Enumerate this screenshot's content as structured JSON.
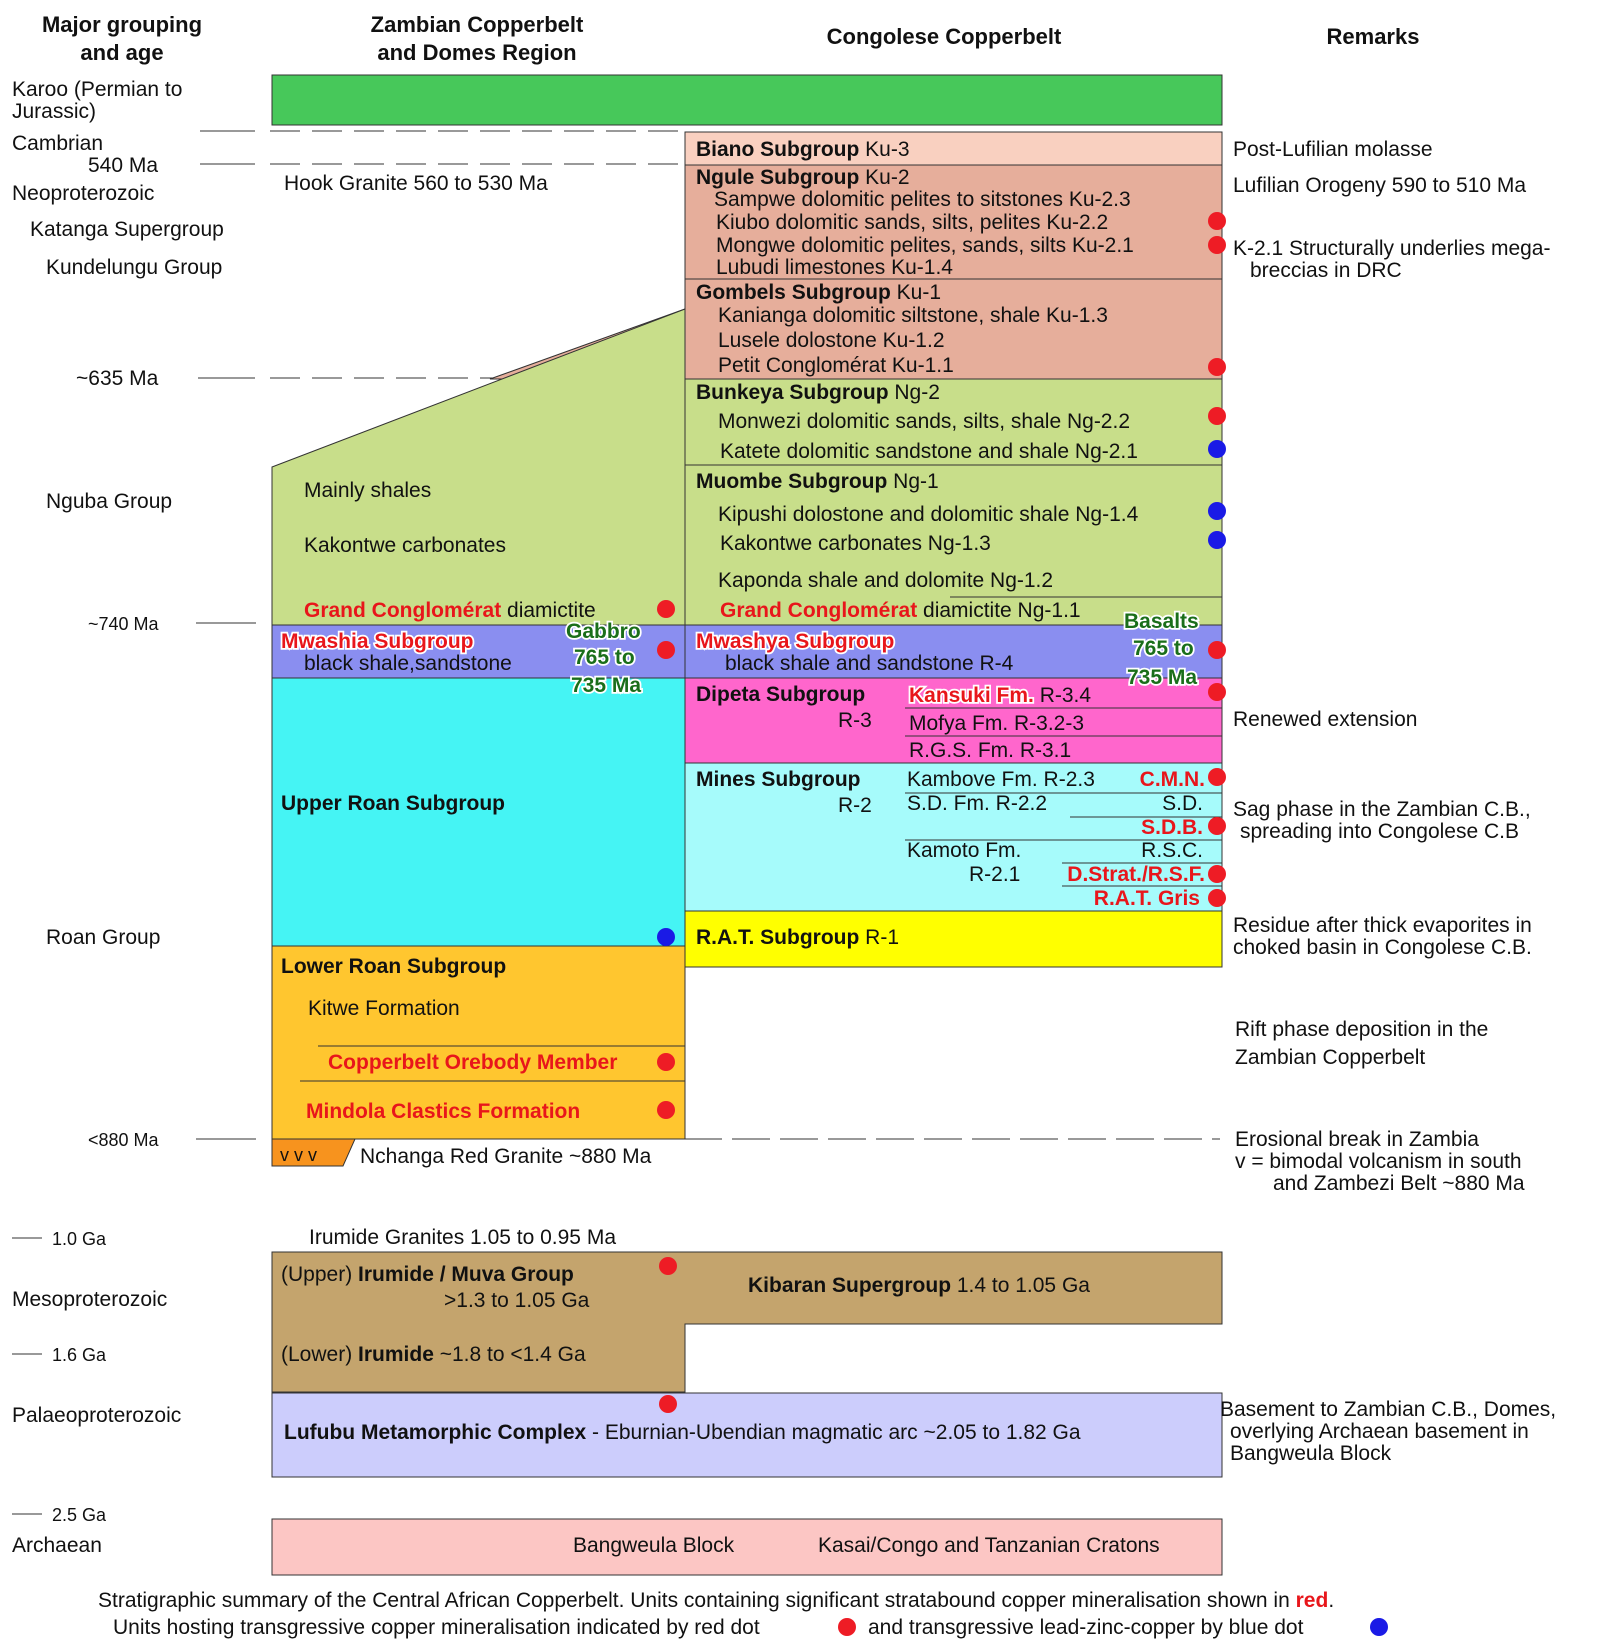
{
  "headers": {
    "grouping": [
      "Major grouping",
      "and age"
    ],
    "zambian": [
      "Zambian Copperbelt",
      "and Domes Region"
    ],
    "congolese": "Congolese Copperbelt",
    "remarks": "Remarks"
  },
  "ages": {
    "karoo": [
      "Karoo (Permian to",
      "Jurassic)"
    ],
    "cambrian": "Cambrian",
    "ma540": "540 Ma",
    "neoproterozoic": "Neoproterozoic",
    "katanga": "Katanga Supergroup",
    "kundelungu": "Kundelungu Group",
    "ma635": "~635 Ma",
    "nguba": "Nguba Group",
    "ma740": "~740 Ma",
    "roan": "Roan Group",
    "ma880": "<880 Ma",
    "ga1": "1.0 Ga",
    "mesoproterozoic": "Mesoproterozoic",
    "ga16": "1.6 Ga",
    "palaeoproterozoic": "Palaeoproterozoic",
    "ga25": "2.5 Ga",
    "archaean": "Archaean"
  },
  "zambian": {
    "hook_granite": "Hook Granite 560 to 530 Ma",
    "mainly_shales": "Mainly shales",
    "kakontwe": "Kakontwe carbonates",
    "grand_conglomerat": {
      "name": "Grand Conglomérat",
      "desc": " diamictite"
    },
    "mwashia": {
      "name": "Mwashia Subgroup",
      "desc": "black shale,sandstone"
    },
    "gabbro": [
      "Gabbro",
      "765 to",
      "735 Ma"
    ],
    "upper_roan": "Upper Roan Subgroup",
    "lower_roan": "Lower Roan Subgroup",
    "kitwe": "Kitwe Formation",
    "orebody": "Copperbelt Orebody Member",
    "mindola": "Mindola Clastics Formation",
    "volcanic_symbols": "v  v  v",
    "nchanga_granite": "Nchanga Red Granite ~880 Ma",
    "irumide_granites": "Irumide Granites 1.05 to 0.95 Ma"
  },
  "congo": {
    "biano": {
      "name": "Biano Subgroup",
      "code": " Ku-3"
    },
    "ngule": {
      "name": "Ngule Subgroup",
      "code": " Ku-2",
      "units": [
        "Sampwe dolomitic pelites to sitstones Ku-2.3",
        "Kiubo dolomitic sands, silts, pelites Ku-2.2",
        "Mongwe dolomitic pelites, sands, silts Ku-2.1",
        "Lubudi limestones Ku-1.4"
      ]
    },
    "gombela": {
      "name": "Gombels Subgroup",
      "code": " Ku-1",
      "units": [
        "Kanianga dolomitic siltstone, shale Ku-1.3",
        "Lusele dolostone Ku-1.2",
        "Petit Conglomérat Ku-1.1"
      ]
    },
    "bunkeya": {
      "name": "Bunkeya Subgroup",
      "code": " Ng-2",
      "units": [
        "Monwezi dolomitic sands, silts, shale Ng-2.2",
        "Katete dolomitic sandstone and shale  Ng-2.1"
      ]
    },
    "muombe": {
      "name": "Muombe Subgroup",
      "code": " Ng-1",
      "units": [
        "Kipushi dolostone and dolomitic shale  Ng-1.4",
        "Kakontwe carbonates Ng-1.3",
        "Kaponda shale and dolomite Ng-1.2"
      ]
    },
    "grand_conglomerat": {
      "name": "Grand Conglomérat",
      "desc": " diamictite Ng-1.1"
    },
    "mwashya": {
      "name": "Mwashya Subgroup",
      "desc": "black shale and sandstone R-4"
    },
    "basalts": [
      "Basalts",
      "765 to",
      "735 Ma"
    ],
    "dipeta": {
      "name": "Dipeta Subgroup",
      "code": "R-3",
      "units": [
        {
          "name": "Kansuki Fm.",
          "code": " R-3.4"
        },
        "Mofya Fm. R-3.2-3",
        "R.G.S. Fm. R-3.1"
      ]
    },
    "mines": {
      "name": "Mines Subgroup",
      "code": "R-2",
      "kambove": "Kambove Fm. R-2.3",
      "cmn": "C.M.N.",
      "sd_fm": "S.D. Fm. R-2.2",
      "sd": "S.D.",
      "sdb": "S.D.B.",
      "kamoto": "Kamoto Fm.",
      "rsc": "R.S.C.",
      "kamoto_code": "R-2.1",
      "dstrat": "D.Strat./R.S.F.",
      "rat_gris": "R.A.T. Gris"
    },
    "rat": {
      "name": "R.A.T. Subgroup",
      "code": " R-1"
    }
  },
  "basement": {
    "upper_irumide": {
      "pre": "(Upper) ",
      "name": "Irumide / Muva Group",
      "age": ">1.3 to 1.05 Ga"
    },
    "lower_irumide": {
      "pre": "(Lower) ",
      "name": "Irumide",
      "age": " ~1.8 to <1.4 Ga"
    },
    "kibaran": {
      "name": "Kibaran Supergroup",
      "age": " 1.4 to 1.05 Ga"
    },
    "lufubu": {
      "name": "Lufubu Metamorphic Complex",
      "desc": "  -  Eburnian-Ubendian magmatic arc ~2.05 to 1.82 Ga"
    },
    "bangweulu": "Bangweula Block",
    "kasai": "Kasai/Congo and Tanzanian Cratons"
  },
  "remarks": {
    "post_lufilian": "Post-Lufilian molasse",
    "lufilian_orogeny": "Lufilian Orogeny 590 to 510 Ma",
    "k21": [
      "K-2.1 Structurally underlies mega-",
      "breccias in DRC"
    ],
    "renewed_extension": "Renewed extension",
    "sag": [
      "Sag phase in the Zambian C.B.,",
      "spreading into Congolese C.B"
    ],
    "residue": [
      "Residue after thick evaporites in",
      "choked basin in Congolese C.B."
    ],
    "rift": [
      "Rift phase deposition in the",
      "Zambian Copperbelt"
    ],
    "erosional": [
      "Erosional break in Zambia",
      "v = bimodal volcanism in south",
      "and Zambezi Belt ~880 Ma"
    ],
    "basement": [
      "Basement to Zambian C.B., Domes,",
      "overlying Archaean basement in",
      "Bangweula Block"
    ]
  },
  "caption": {
    "line1": "Stratigraphic summary of the Central African Copperbelt. Units containing significant stratabound copper mineralisation shown in ",
    "red_word": "red",
    "period": ".",
    "line2a": "Units hosting transgressive copper mineralisation indicated by red dot",
    "line2b": "and transgressive lead-zinc-copper by blue dot"
  },
  "colors": {
    "karoo": "#47c85a",
    "kundelungu": "#e6ae9b",
    "biano": "#f9d0c0",
    "nguba": "#c8de8a",
    "mwashia": "#8a8ef0",
    "upper_roan": "#45f4f4",
    "mines": "#a6fbfb",
    "dipeta": "#ff66cc",
    "rat": "#ffff00",
    "lower_roan": "#ffc62f",
    "irumide": "#c4a46d",
    "lufubu": "#cccdfc",
    "archaean": "#fcc6c4",
    "red_mineralisation": "#e8161b",
    "red_dot": "#ee1c25",
    "blue_dot": "#1a1ae6",
    "igneous_label": "#1a6e1a"
  }
}
